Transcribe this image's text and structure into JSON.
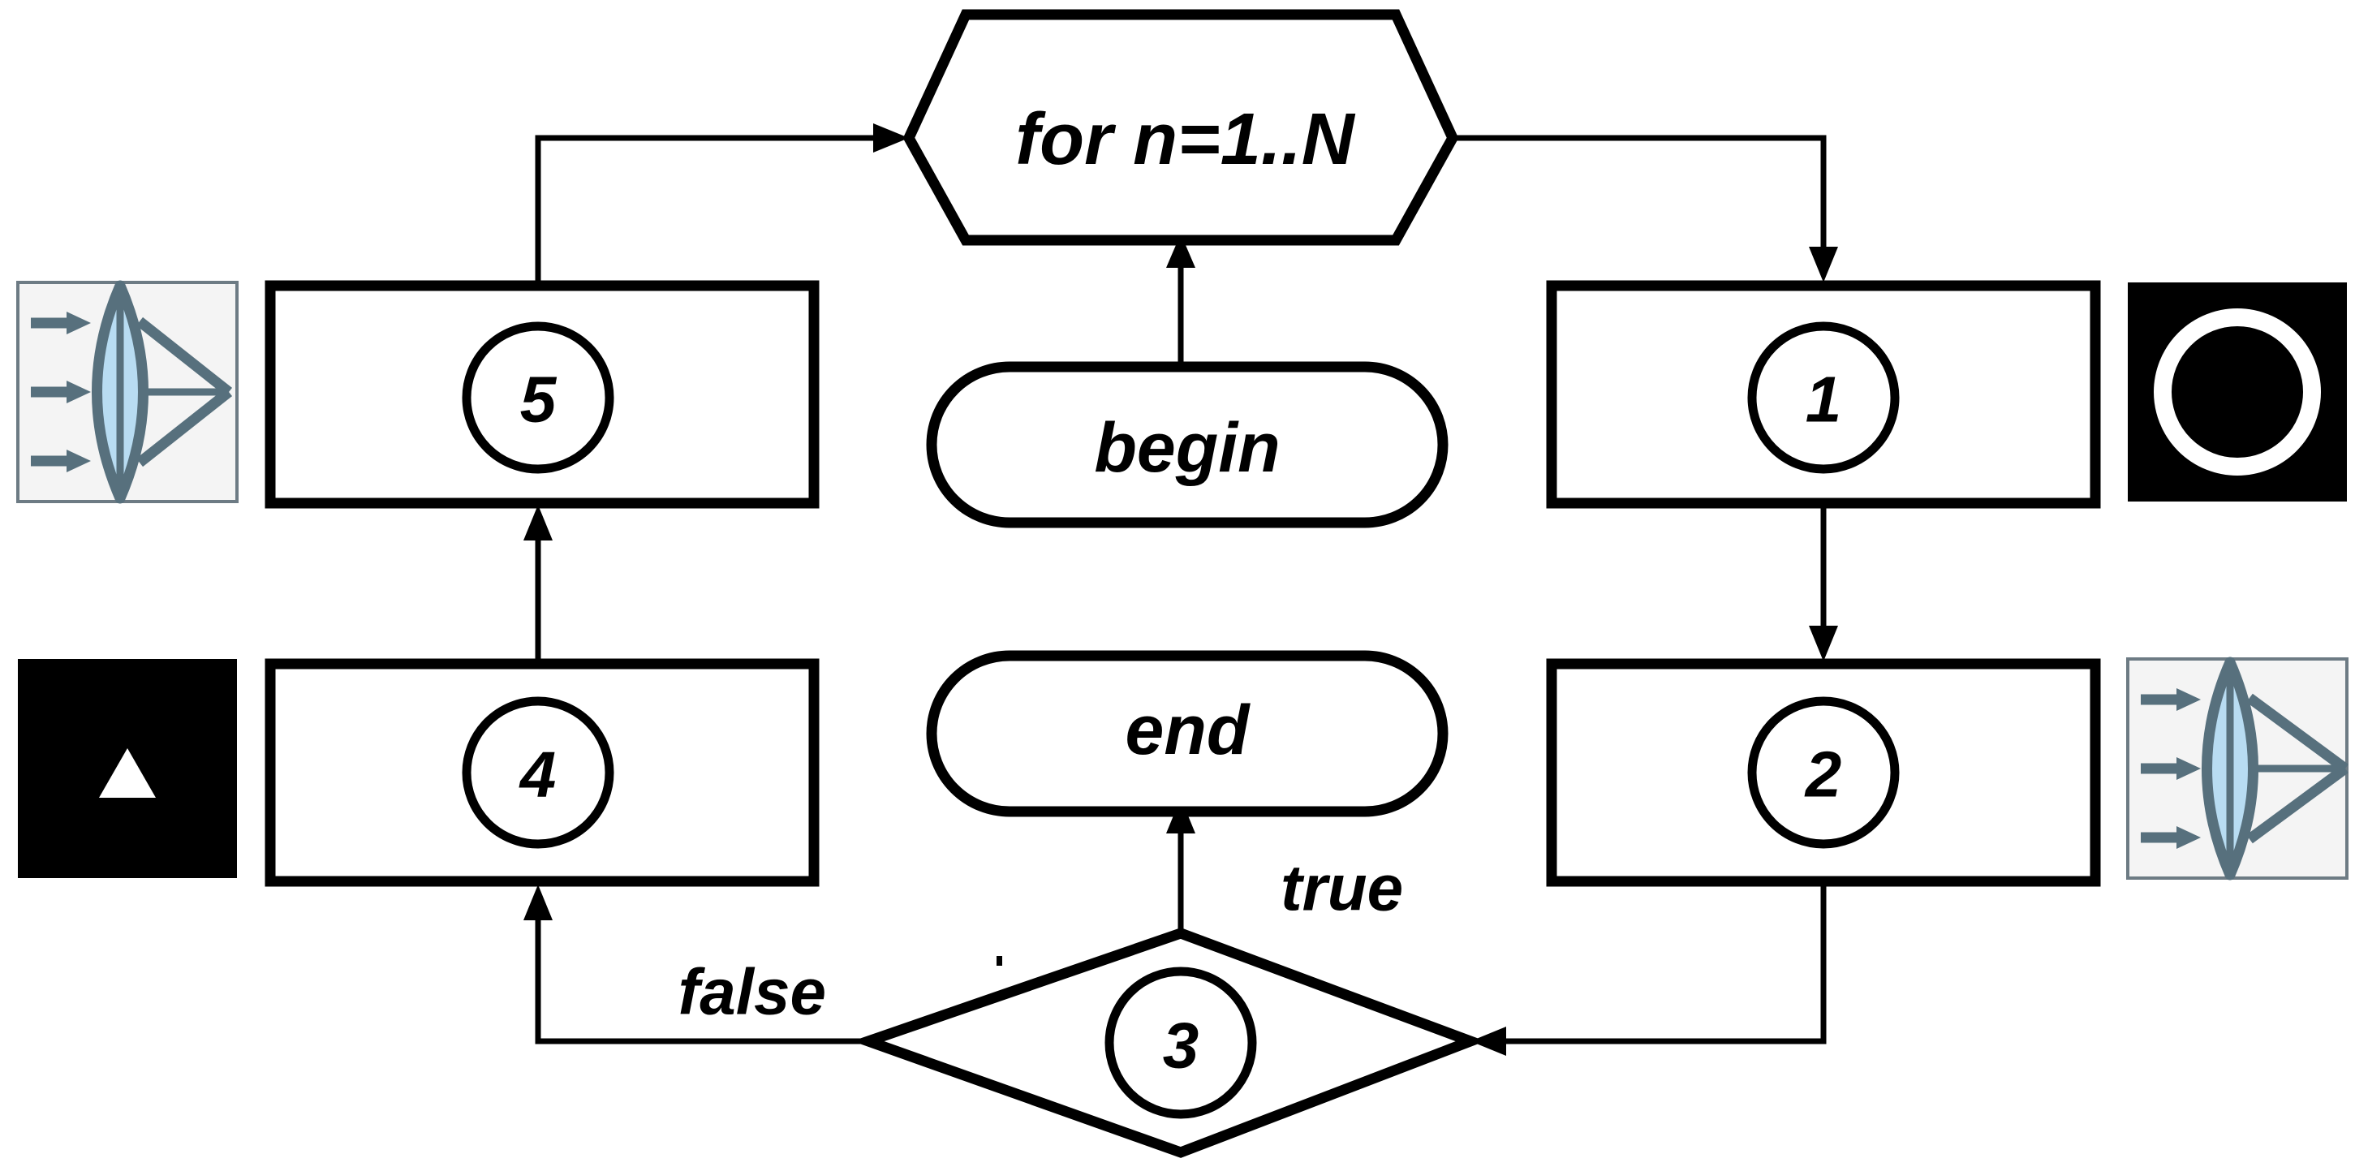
{
  "diagram": {
    "type": "flowchart",
    "title": "",
    "nodes": [
      {
        "id": "begin",
        "kind": "terminal",
        "label": "begin"
      },
      {
        "id": "loop",
        "kind": "loop-hexagon",
        "label": "for n=1..N"
      },
      {
        "id": "step1",
        "kind": "process",
        "label": "1"
      },
      {
        "id": "step2",
        "kind": "process",
        "label": "2"
      },
      {
        "id": "step3",
        "kind": "decision",
        "label": "3"
      },
      {
        "id": "step4",
        "kind": "process",
        "label": "4"
      },
      {
        "id": "step5",
        "kind": "process",
        "label": "5"
      },
      {
        "id": "end",
        "kind": "terminal",
        "label": "end"
      }
    ],
    "edges": [
      {
        "from": "begin",
        "to": "loop",
        "label": ""
      },
      {
        "from": "loop",
        "to": "step1",
        "label": ""
      },
      {
        "from": "step1",
        "to": "step2",
        "label": ""
      },
      {
        "from": "step2",
        "to": "step3",
        "label": ""
      },
      {
        "from": "step3",
        "to": "end",
        "label": "true"
      },
      {
        "from": "step3",
        "to": "step4",
        "label": "false"
      },
      {
        "from": "step4",
        "to": "step5",
        "label": ""
      },
      {
        "from": "step5",
        "to": "loop",
        "label": ""
      }
    ],
    "edge_labels": {
      "true": "true",
      "false": "false"
    }
  },
  "thumbnails": [
    {
      "id": "thumb-top-left",
      "icon": "lens-focus-icon",
      "position": "top-left",
      "background": "#f4f4f4",
      "accent": "#b8dcf2"
    },
    {
      "id": "thumb-top-right",
      "icon": "white-ring-icon",
      "position": "top-right",
      "background": "#000000",
      "accent": "#ffffff"
    },
    {
      "id": "thumb-bottom-left",
      "icon": "white-triangle-icon",
      "position": "bottom-left",
      "background": "#000000",
      "accent": "#ffffff"
    },
    {
      "id": "thumb-bottom-right",
      "icon": "lens-focus-icon",
      "position": "bottom-right",
      "background": "#f4f4f4",
      "accent": "#b8dcf2"
    }
  ],
  "colors": {
    "stroke": "#000000",
    "canvas": "#ffffff",
    "lens_fill": "#b8dcf2",
    "lens_stroke": "#57707d",
    "thumb_light_bg": "#f4f4f4",
    "thumb_dark_bg": "#000000"
  }
}
